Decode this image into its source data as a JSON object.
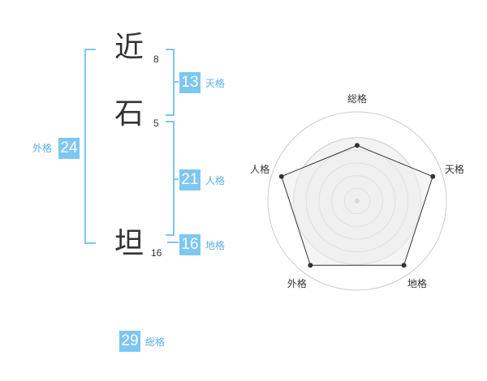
{
  "name": {
    "chars": [
      {
        "char": "近",
        "strokes": "8"
      },
      {
        "char": "石",
        "strokes": "5"
      },
      {
        "char": "坦",
        "strokes": "16"
      }
    ]
  },
  "kaku": {
    "tenkaku": {
      "value": "13",
      "label": "天格"
    },
    "jinkaku": {
      "value": "21",
      "label": "人格"
    },
    "chikaku": {
      "value": "16",
      "label": "地格"
    },
    "gaikaku": {
      "value": "24",
      "label": "外格"
    },
    "soukaku": {
      "value": "29",
      "label": "総格"
    }
  },
  "chart_data": {
    "type": "radar",
    "axes": [
      "総格",
      "天格",
      "地格",
      "外格",
      "人格"
    ],
    "values": [
      0.7,
      1.0,
      1.0,
      1.0,
      1.0
    ],
    "max": 1.0,
    "rings": 5,
    "colors": {
      "fill": "#eeeeee",
      "line": "#333333",
      "grid": "#cccccc",
      "point": "#333333",
      "center": "#bbbbbb"
    }
  }
}
